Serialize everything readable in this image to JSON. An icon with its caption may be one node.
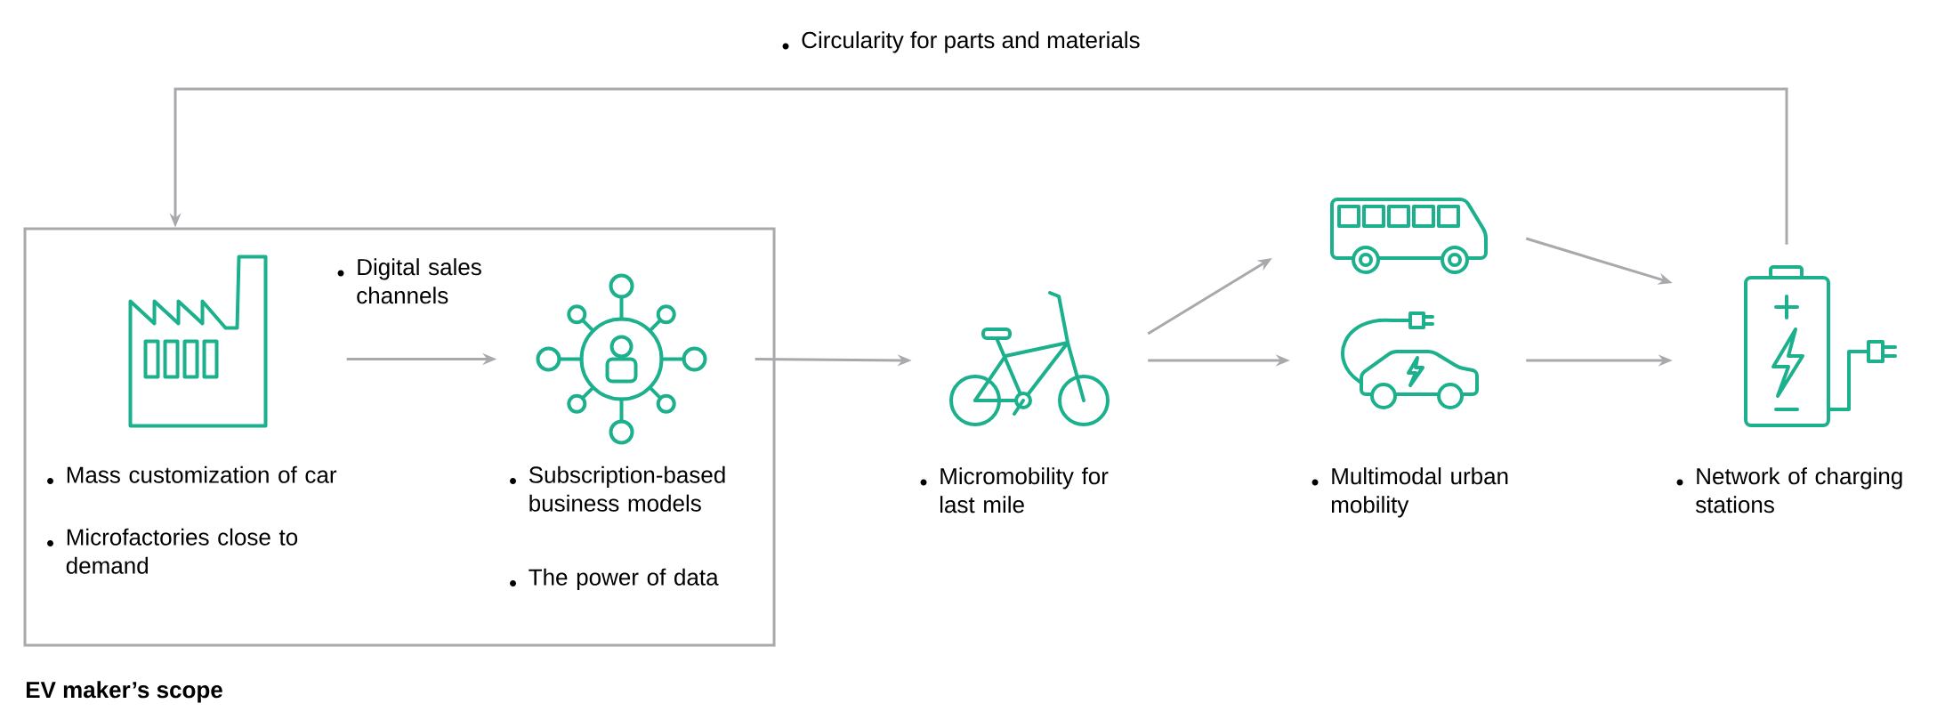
{
  "diagram": {
    "nodes": [
      {
        "text": [
          "EV maker’s scope"
        ]
      },
      {
        "text": [
          "Mass customization of car",
          "Microfactories close to demand"
        ],
        "in": 0
      },
      {
        "text": [
          "Subscription-based business models",
          "The power of data"
        ],
        "in": 0
      },
      {
        "text": [
          "Micromobility for last mile"
        ]
      },
      {
        "text": [],
        "shape": "picture"
      },
      {
        "text": [
          "Multimodal urban mobility"
        ]
      },
      {
        "text": [
          "Network of charging stations"
        ]
      }
    ],
    "edges": [
      {
        "from": 1,
        "to": 2,
        "arrow": "to",
        "label": "Digital sales channels"
      },
      {
        "from": 2,
        "to": 3,
        "arrow": "to"
      },
      {
        "from": 3,
        "to": 4,
        "arrow": "to"
      },
      {
        "from": 3,
        "to": 5,
        "arrow": "to"
      },
      {
        "from": 4,
        "to": 6,
        "arrow": "to"
      },
      {
        "from": 5,
        "to": 6,
        "arrow": "to"
      },
      {
        "from": 6,
        "to": 0,
        "arrow": "to",
        "label": "Circularity for parts and materials"
      }
    ]
  }
}
